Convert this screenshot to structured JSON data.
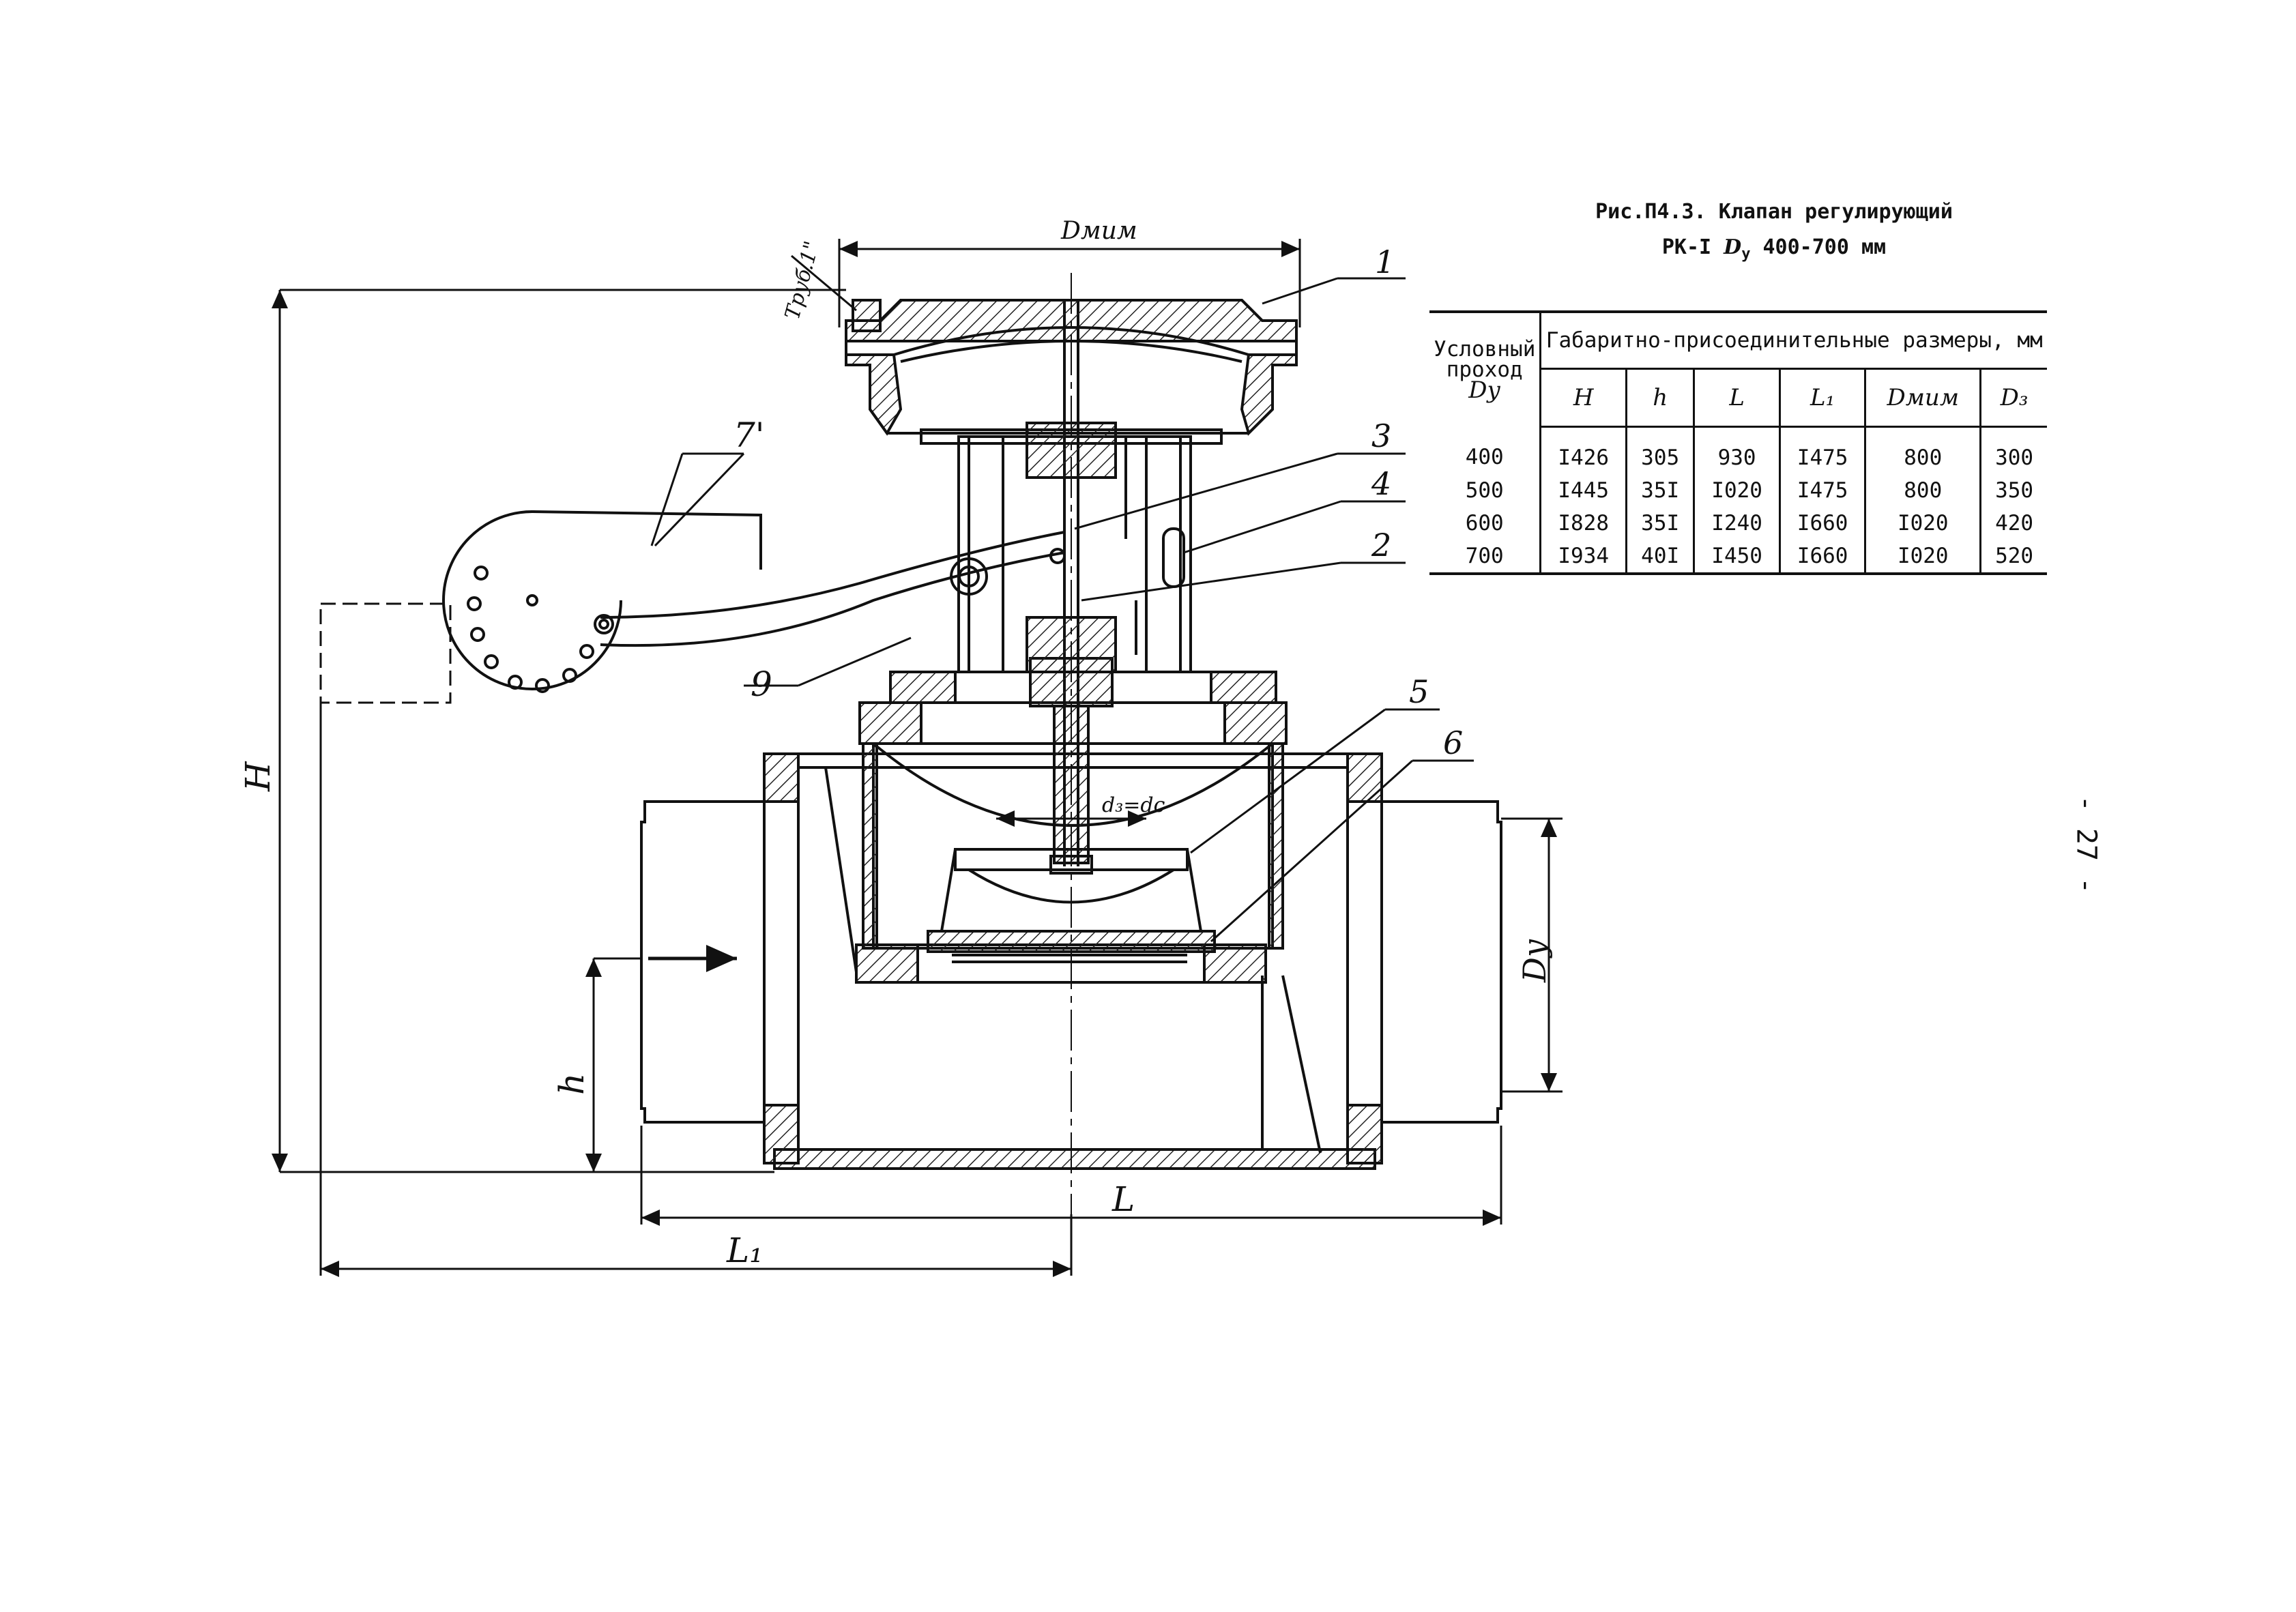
{
  "caption": {
    "line1": "Рис.П4.3. Клапан регулирующий",
    "line2_prefix": "РК-I",
    "line2_symbol": "D",
    "line2_sub": "у",
    "line2_suffix": "400-700 мм"
  },
  "table": {
    "col0_header_l1": "Условный",
    "col0_header_l2": "проход",
    "col0_header_l3": "Dу",
    "group_header": "Габаритно-присоединительные размеры, мм",
    "columns": [
      "H",
      "h",
      "L",
      "L₁",
      "Dмим",
      "D₃"
    ],
    "rows": [
      [
        "400",
        "I426",
        "305",
        "930",
        "I475",
        "800",
        "300"
      ],
      [
        "500",
        "I445",
        "35I",
        "I020",
        "I475",
        "800",
        "350"
      ],
      [
        "600",
        "I828",
        "35I",
        "I240",
        "I660",
        "I020",
        "420"
      ],
      [
        "700",
        "I934",
        "40I",
        "I450",
        "I660",
        "I020",
        "520"
      ]
    ]
  },
  "labels": {
    "part_1": "1",
    "part_2": "2",
    "part_3": "3",
    "part_4": "4",
    "part_5": "5",
    "part_6": "6",
    "part_7": "7'",
    "part_9": "9",
    "dim_D_mim": "Dмим",
    "dim_H": "H",
    "dim_h": "h",
    "dim_L": "L",
    "dim_L1": "L₁",
    "dim_Dy": "Dу",
    "dim_d3": "d₃=dс",
    "pipe_note": "Труб.1\""
  },
  "page_number": "- 27 -"
}
